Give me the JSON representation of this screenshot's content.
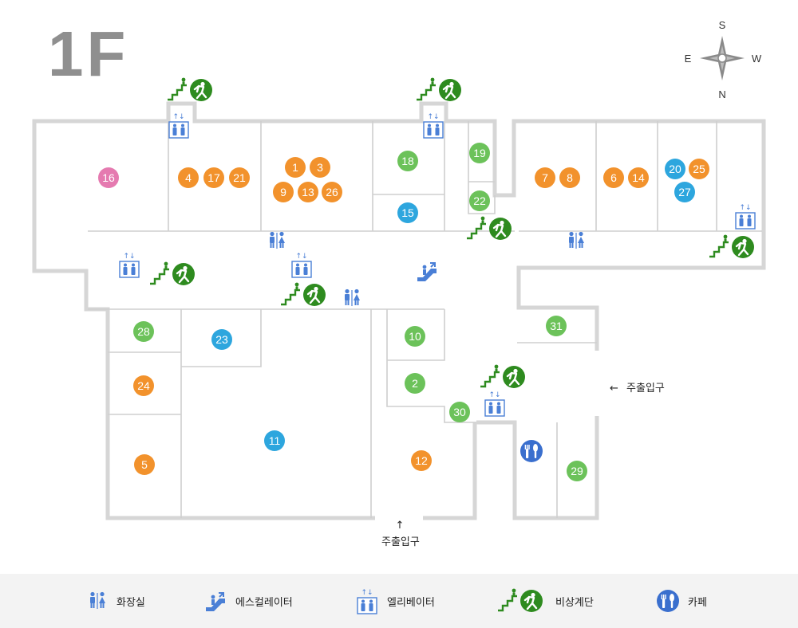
{
  "floor": "1F",
  "compass": {
    "top": "S",
    "left": "E",
    "right": "W",
    "bottom": "N"
  },
  "colors": {
    "wall": "#d6d6d6",
    "divider": "#cfcfcf",
    "orange": "#f2922c",
    "green": "#6cc25a",
    "blue": "#2da6de",
    "pink": "#e57ab0",
    "exit_green": "#2e8b1f",
    "amenity_blue": "#4a7fd6"
  },
  "stores": [
    {
      "num": "16",
      "color": "pink"
    },
    {
      "num": "4",
      "color": "orange"
    },
    {
      "num": "17",
      "color": "orange"
    },
    {
      "num": "21",
      "color": "orange"
    },
    {
      "num": "1",
      "color": "orange"
    },
    {
      "num": "3",
      "color": "orange"
    },
    {
      "num": "9",
      "color": "orange"
    },
    {
      "num": "13",
      "color": "orange"
    },
    {
      "num": "26",
      "color": "orange"
    },
    {
      "num": "18",
      "color": "green"
    },
    {
      "num": "15",
      "color": "blue"
    },
    {
      "num": "19",
      "color": "green"
    },
    {
      "num": "22",
      "color": "green"
    },
    {
      "num": "7",
      "color": "orange"
    },
    {
      "num": "8",
      "color": "orange"
    },
    {
      "num": "6",
      "color": "orange"
    },
    {
      "num": "14",
      "color": "orange"
    },
    {
      "num": "20",
      "color": "blue"
    },
    {
      "num": "25",
      "color": "orange"
    },
    {
      "num": "27",
      "color": "blue"
    },
    {
      "num": "28",
      "color": "green"
    },
    {
      "num": "23",
      "color": "blue"
    },
    {
      "num": "24",
      "color": "orange"
    },
    {
      "num": "5",
      "color": "orange"
    },
    {
      "num": "11",
      "color": "blue"
    },
    {
      "num": "10",
      "color": "green"
    },
    {
      "num": "2",
      "color": "green"
    },
    {
      "num": "30",
      "color": "green"
    },
    {
      "num": "12",
      "color": "orange"
    },
    {
      "num": "31",
      "color": "green"
    },
    {
      "num": "29",
      "color": "green"
    }
  ],
  "amenities": [
    {
      "type": "emergency-stairs"
    },
    {
      "type": "emergency-stairs"
    },
    {
      "type": "emergency-stairs"
    },
    {
      "type": "emergency-stairs"
    },
    {
      "type": "emergency-stairs"
    },
    {
      "type": "emergency-stairs"
    },
    {
      "type": "emergency-stairs"
    },
    {
      "type": "elevator"
    },
    {
      "type": "elevator"
    },
    {
      "type": "elevator"
    },
    {
      "type": "elevator"
    },
    {
      "type": "elevator"
    },
    {
      "type": "elevator"
    },
    {
      "type": "restroom"
    },
    {
      "type": "restroom"
    },
    {
      "type": "restroom"
    },
    {
      "type": "escalator"
    },
    {
      "type": "cafe"
    }
  ],
  "entrances": [
    {
      "label": "주출입구",
      "arrow": "←"
    },
    {
      "label": "주출입구",
      "arrow": "↑"
    }
  ],
  "legend": [
    {
      "icon": "restroom-icon",
      "label": "화장실"
    },
    {
      "icon": "escalator-icon",
      "label": "에스컬레이터"
    },
    {
      "icon": "elevator-icon",
      "label": "엘리베이터"
    },
    {
      "icon": "emergency-stairs-icon",
      "label": "비상계단"
    },
    {
      "icon": "cafe-icon",
      "label": "카페"
    }
  ]
}
